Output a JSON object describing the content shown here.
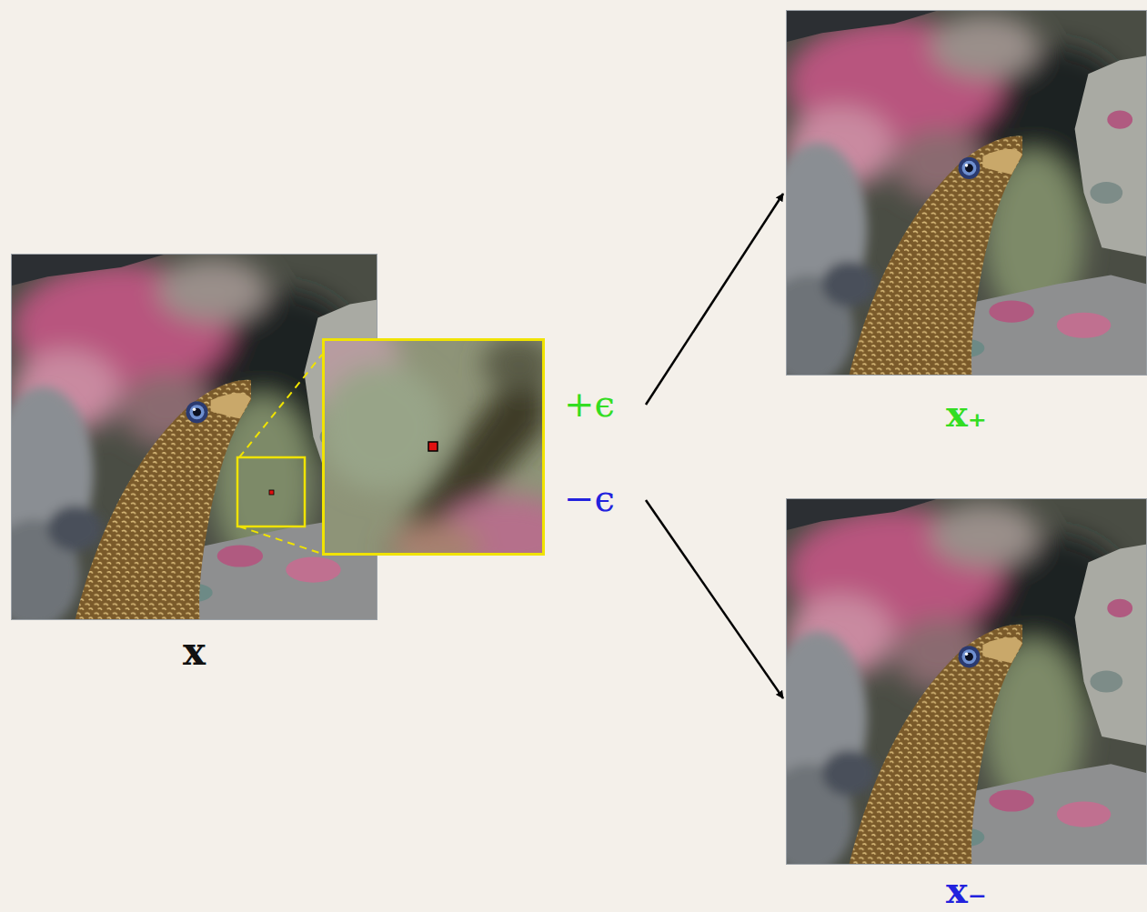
{
  "diagram": {
    "nodes": [
      {
        "text": [
          "x"
        ]
      },
      {
        "text": [
          "x₊"
        ]
      },
      {
        "text": [
          "x₋"
        ]
      }
    ],
    "edges": [
      {
        "from": 0,
        "to": 1,
        "arrow": "to",
        "label": "+ϵ"
      },
      {
        "from": 0,
        "to": 2,
        "arrow": "to",
        "label": "−ϵ"
      }
    ]
  }
}
